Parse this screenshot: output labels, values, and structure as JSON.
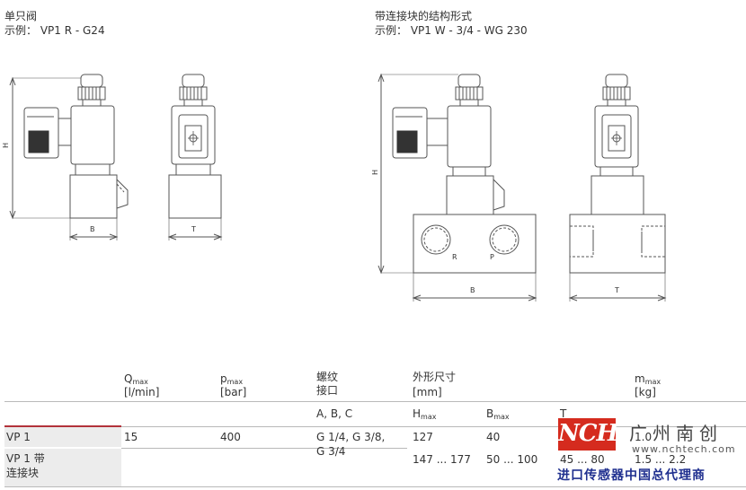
{
  "captions": {
    "left_title": "单只阀",
    "left_example": "示例：  VP1 R - G24",
    "right_title": "带连接块的结构形式",
    "right_example": "示例：  VP1 W - 3/4 - WG 230"
  },
  "dimension_labels": {
    "h": "H",
    "b": "B",
    "t": "T",
    "port_r": "R",
    "port_p": "P"
  },
  "table": {
    "headers": {
      "q": "Q",
      "q_sub": "max",
      "q_unit": "[l/min]",
      "p": "p",
      "p_sub": "max",
      "p_unit": "[bar]",
      "thread_1": "螺纹",
      "thread_2": "接口",
      "dims": "外形尺寸",
      "dims_unit": "[mm]",
      "m": "m",
      "m_sub": "max",
      "m_unit": "[kg]"
    },
    "subheaders": {
      "ports": "A, B, C",
      "h": "H",
      "h_sub": "max",
      "b": "B",
      "b_sub": "max",
      "t": "T"
    },
    "rows": [
      {
        "model": "VP 1",
        "q": "15",
        "p": "400",
        "thread": "G 1/4, G 3/8,",
        "h": "127",
        "b": "40",
        "m": "1.0"
      },
      {
        "model_1": "VP 1 带",
        "model_2": "连接块",
        "thread": "G 3/4",
        "h": "147 ... 177",
        "b": "50 ... 100",
        "t": "45 ... 80",
        "m": "1.5 ... 2.2"
      }
    ]
  },
  "watermark": {
    "logo": "NCH",
    "cn_name": "广州南创",
    "url": "www.nchtech.com",
    "tagline": "进口传感器中国总代理商"
  }
}
